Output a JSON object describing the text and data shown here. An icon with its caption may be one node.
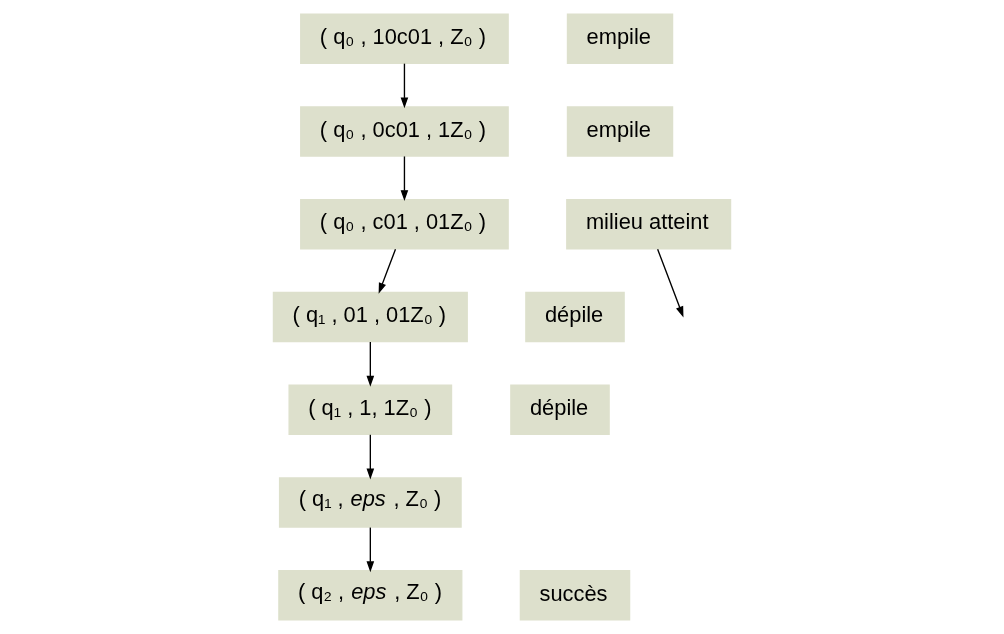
{
  "diagram": {
    "nodes": [
      {
        "text": [
          "( q₀ , 10c01 , Z₀ )"
        ]
      },
      {
        "text": [
          "empile"
        ]
      },
      {
        "text": [
          "( q₀ , 0c01 , 1Z₀ )"
        ]
      },
      {
        "text": [
          "empile"
        ]
      },
      {
        "text": [
          "milieu atteint"
        ]
      },
      {
        "text": [
          "( q₀ , c01 , 01Z₀ )"
        ]
      },
      {
        "text": [
          "( q₁ , 01 , 01Z₀ )"
        ]
      },
      {
        "text": [
          "dépile"
        ]
      },
      {
        "text": [
          "( q₁ , 1, 1Z₀ )"
        ]
      },
      {
        "text": [
          "dépile"
        ]
      },
      {
        "text": [
          "( q₁ , *eps* , Z₀ )"
        ]
      },
      {
        "text": [
          "( q₂ , *eps* , Z₀ )"
        ]
      },
      {
        "text": [
          "succès"
        ]
      }
    ],
    "edges": [
      {
        "from": 0,
        "to": 2,
        "arrow": "to"
      },
      {
        "from": 2,
        "to": 5,
        "arrow": "to"
      },
      {
        "from": 5,
        "to": 6,
        "arrow": "to"
      },
      {
        "from": 4,
        "to": null,
        "arrow": "to"
      },
      {
        "from": 6,
        "to": 8,
        "arrow": "to"
      },
      {
        "from": 8,
        "to": 10,
        "arrow": "to"
      },
      {
        "from": 10,
        "to": 11,
        "arrow": "to"
      }
    ]
  }
}
